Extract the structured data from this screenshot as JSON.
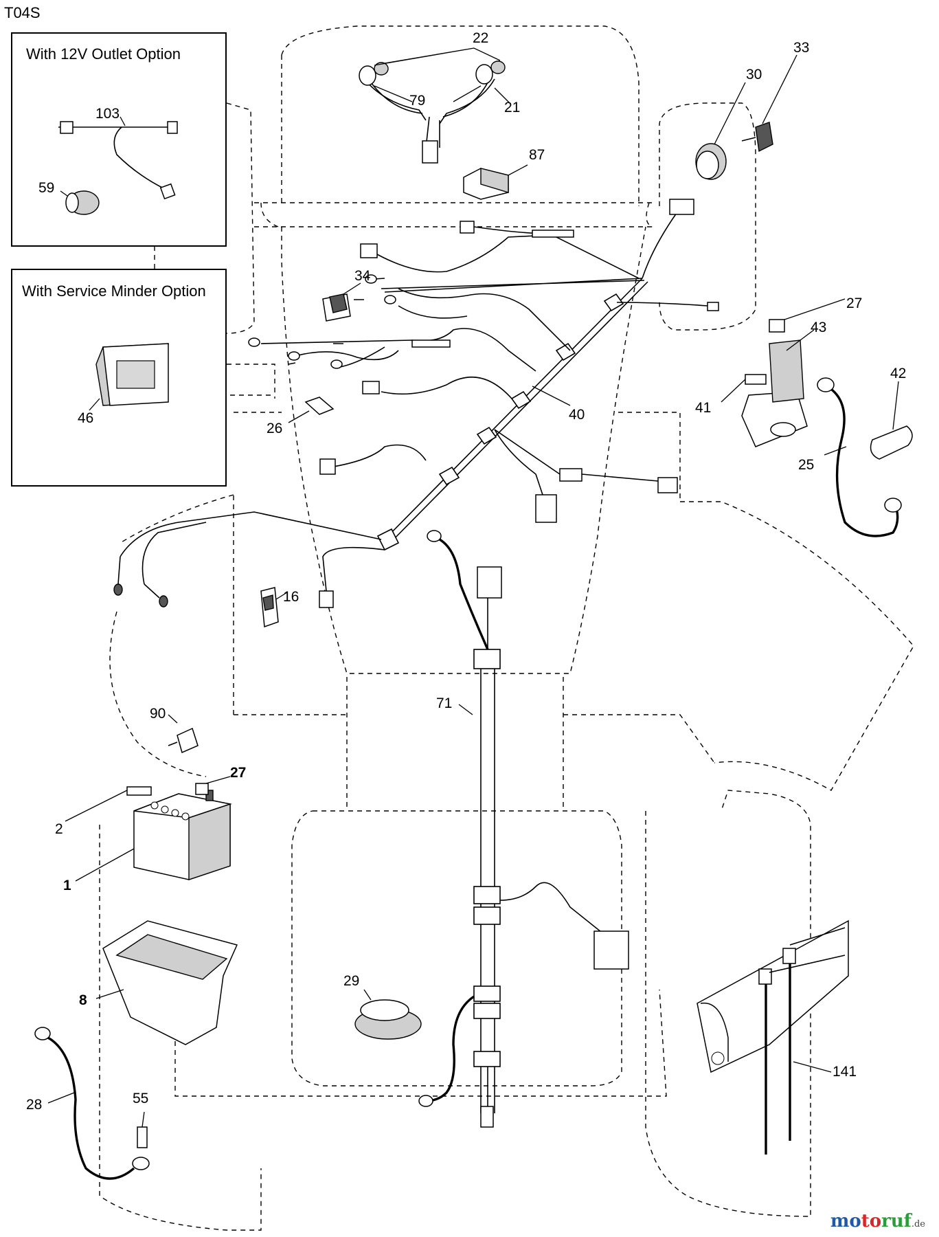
{
  "diagram_code": "T04S",
  "inset_boxes": {
    "outlet_option": "With 12V Outlet Option",
    "service_minder_option": "With Service Minder Option"
  },
  "callouts": {
    "p103": "103",
    "p59": "59",
    "p46": "46",
    "p22": "22",
    "p79": "79",
    "p21": "21",
    "p87": "87",
    "p30": "30",
    "p33": "33",
    "p34": "34",
    "p26": "26",
    "p40": "40",
    "p27a": "27",
    "p43": "43",
    "p41": "41",
    "p42": "42",
    "p25": "25",
    "p16": "16",
    "p71": "71",
    "p90": "90",
    "p27b": "27",
    "p2": "2",
    "p1": "1",
    "p8": "8",
    "p29": "29",
    "p28": "28",
    "p55": "55",
    "p141": "141"
  },
  "watermark": {
    "part1": "mo",
    "part2": "to",
    "part3": "ruf",
    "tld": ".de"
  }
}
